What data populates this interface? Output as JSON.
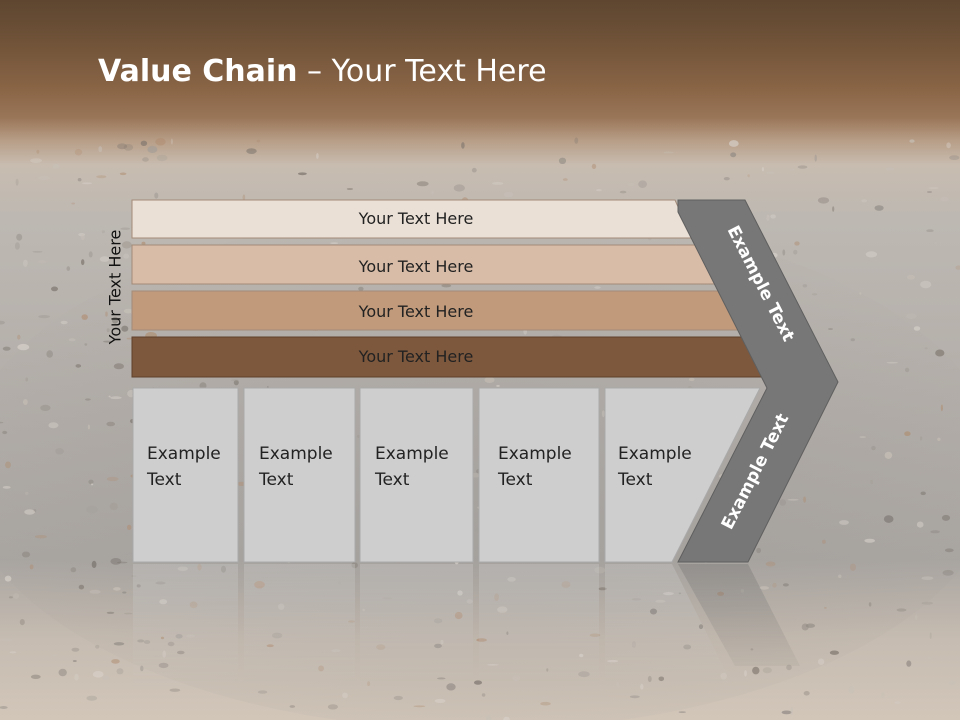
{
  "slide": {
    "title_bold": "Value Chain",
    "title_rest": " – Your Text Here",
    "side_label": "Your Text Here"
  },
  "bars": [
    {
      "label": "Your Text Here",
      "color": "#ebe0d6"
    },
    {
      "label": "Your Text Here",
      "color": "#d8bca7"
    },
    {
      "label": "Your Text Here",
      "color": "#c09a7b"
    },
    {
      "label": "Your Text Here",
      "color": "#7e583d"
    }
  ],
  "boxes": [
    {
      "line1": "Example",
      "line2": "Text"
    },
    {
      "line1": "Example",
      "line2": "Text"
    },
    {
      "line1": "Example",
      "line2": "Text"
    },
    {
      "line1": "Example",
      "line2": "Text"
    },
    {
      "line1": "Example",
      "line2": "Text"
    }
  ],
  "chevron": {
    "upper_label": "Example Text",
    "lower_label": "Example Text",
    "color": "#777777"
  },
  "colors": {
    "box_fill": "#cecece",
    "box_stroke": "#aaaaaa",
    "title_text": "#ffffff"
  }
}
